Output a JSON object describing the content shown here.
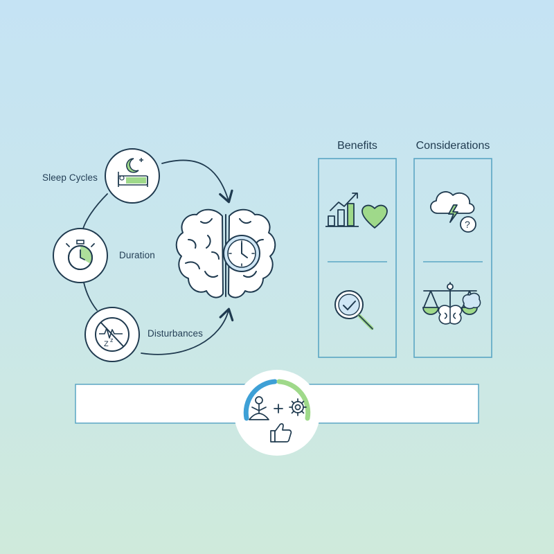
{
  "cycle": {
    "sleep_cycles": "Sleep Cycles",
    "duration": "Duration",
    "disturbances": "Disturbances"
  },
  "columns": {
    "benefits": "Benefits",
    "considerations": "Considerations"
  },
  "icons": [
    "moon-bed-icon",
    "stopwatch-icon",
    "no-sleep-disturbance-icon",
    "brain-clock-icon",
    "growth-chart-icon",
    "heart-icon",
    "magnifier-check-icon",
    "storm-cloud-icon",
    "question-icon",
    "balance-scale-icon",
    "brain-icon",
    "meditation-icon",
    "gear-icon",
    "thumbs-up-icon"
  ],
  "colors": {
    "stroke": "#1f3a4f",
    "accent_green": "#9fd98a",
    "accent_blue": "#3ea0d6",
    "panel_border": "#5aa6c4"
  }
}
